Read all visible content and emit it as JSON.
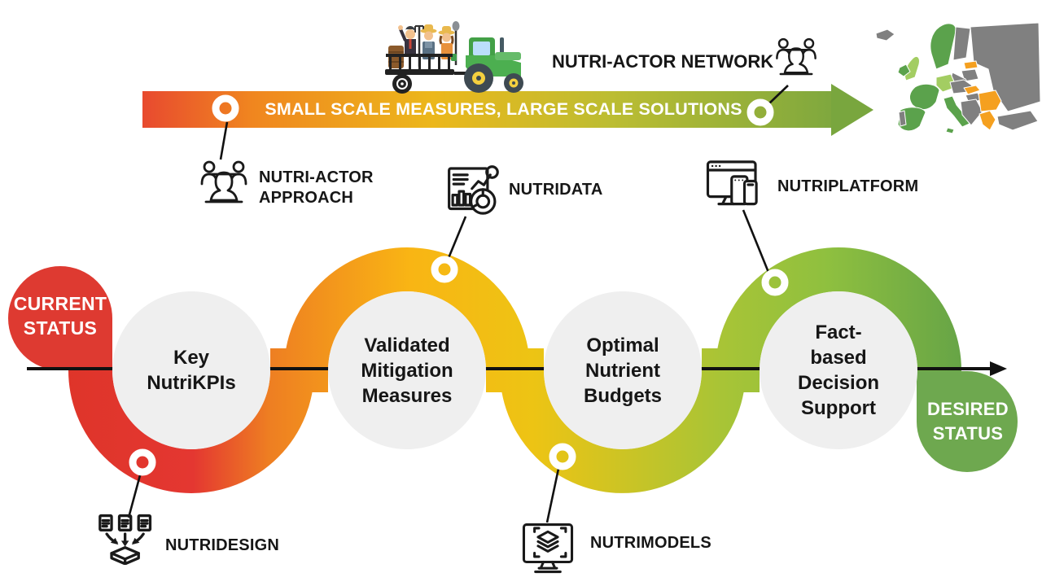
{
  "banner": {
    "label": "SMALL SCALE MEASURES, LARGE SCALE SOLUTIONS",
    "network_label": "NUTRI-ACTOR NETWORK",
    "gradient": [
      "#E84A2F",
      "#F0861F",
      "#ECB71B",
      "#BCBD32",
      "#7FA83E"
    ]
  },
  "flow": {
    "current_status": {
      "lines": [
        "CURRENT",
        "STATUS"
      ],
      "color": "#DE3A31"
    },
    "desired_status": {
      "lines": [
        "DESIRED",
        "STATUS"
      ],
      "color": "#6EA84F"
    },
    "steps": [
      {
        "lines": [
          "Key",
          "NutriKPIs"
        ]
      },
      {
        "lines": [
          "Validated",
          "Mitigation",
          "Measures"
        ]
      },
      {
        "lines": [
          "Optimal",
          "Nutrient",
          "Budgets"
        ]
      },
      {
        "lines": [
          "Fact-",
          "based",
          "Decision",
          "Support"
        ]
      }
    ]
  },
  "modules": [
    {
      "id": "nutri-actor-approach",
      "lines": [
        "NUTRI-ACTOR",
        "APPROACH"
      ],
      "icon": "people-group-icon"
    },
    {
      "id": "nutridata",
      "lines": [
        "NUTRIDATA"
      ],
      "icon": "chart-report-icon"
    },
    {
      "id": "nutriplatform",
      "lines": [
        "NUTRIPLATFORM"
      ],
      "icon": "devices-icon"
    },
    {
      "id": "nutridesign",
      "lines": [
        "NUTRIDESIGN"
      ],
      "icon": "documents-collect-icon"
    },
    {
      "id": "nutrimodels",
      "lines": [
        "NUTRIMODELS"
      ],
      "icon": "layers-monitor-icon"
    }
  ],
  "colors": {
    "wave_gradient": [
      "#DD3428",
      "#E43731",
      "#EE7E22",
      "#F9B514",
      "#EDC414",
      "#A8C436",
      "#8FC03F",
      "#62A147"
    ],
    "step_circle_grey": "#EFEFEF",
    "line_black": "#111111",
    "map": {
      "participant_green": "#5BA24C",
      "demo_light_green": "#A3CD62",
      "case_orange": "#F5A01F",
      "other_grey": "#808080"
    }
  }
}
